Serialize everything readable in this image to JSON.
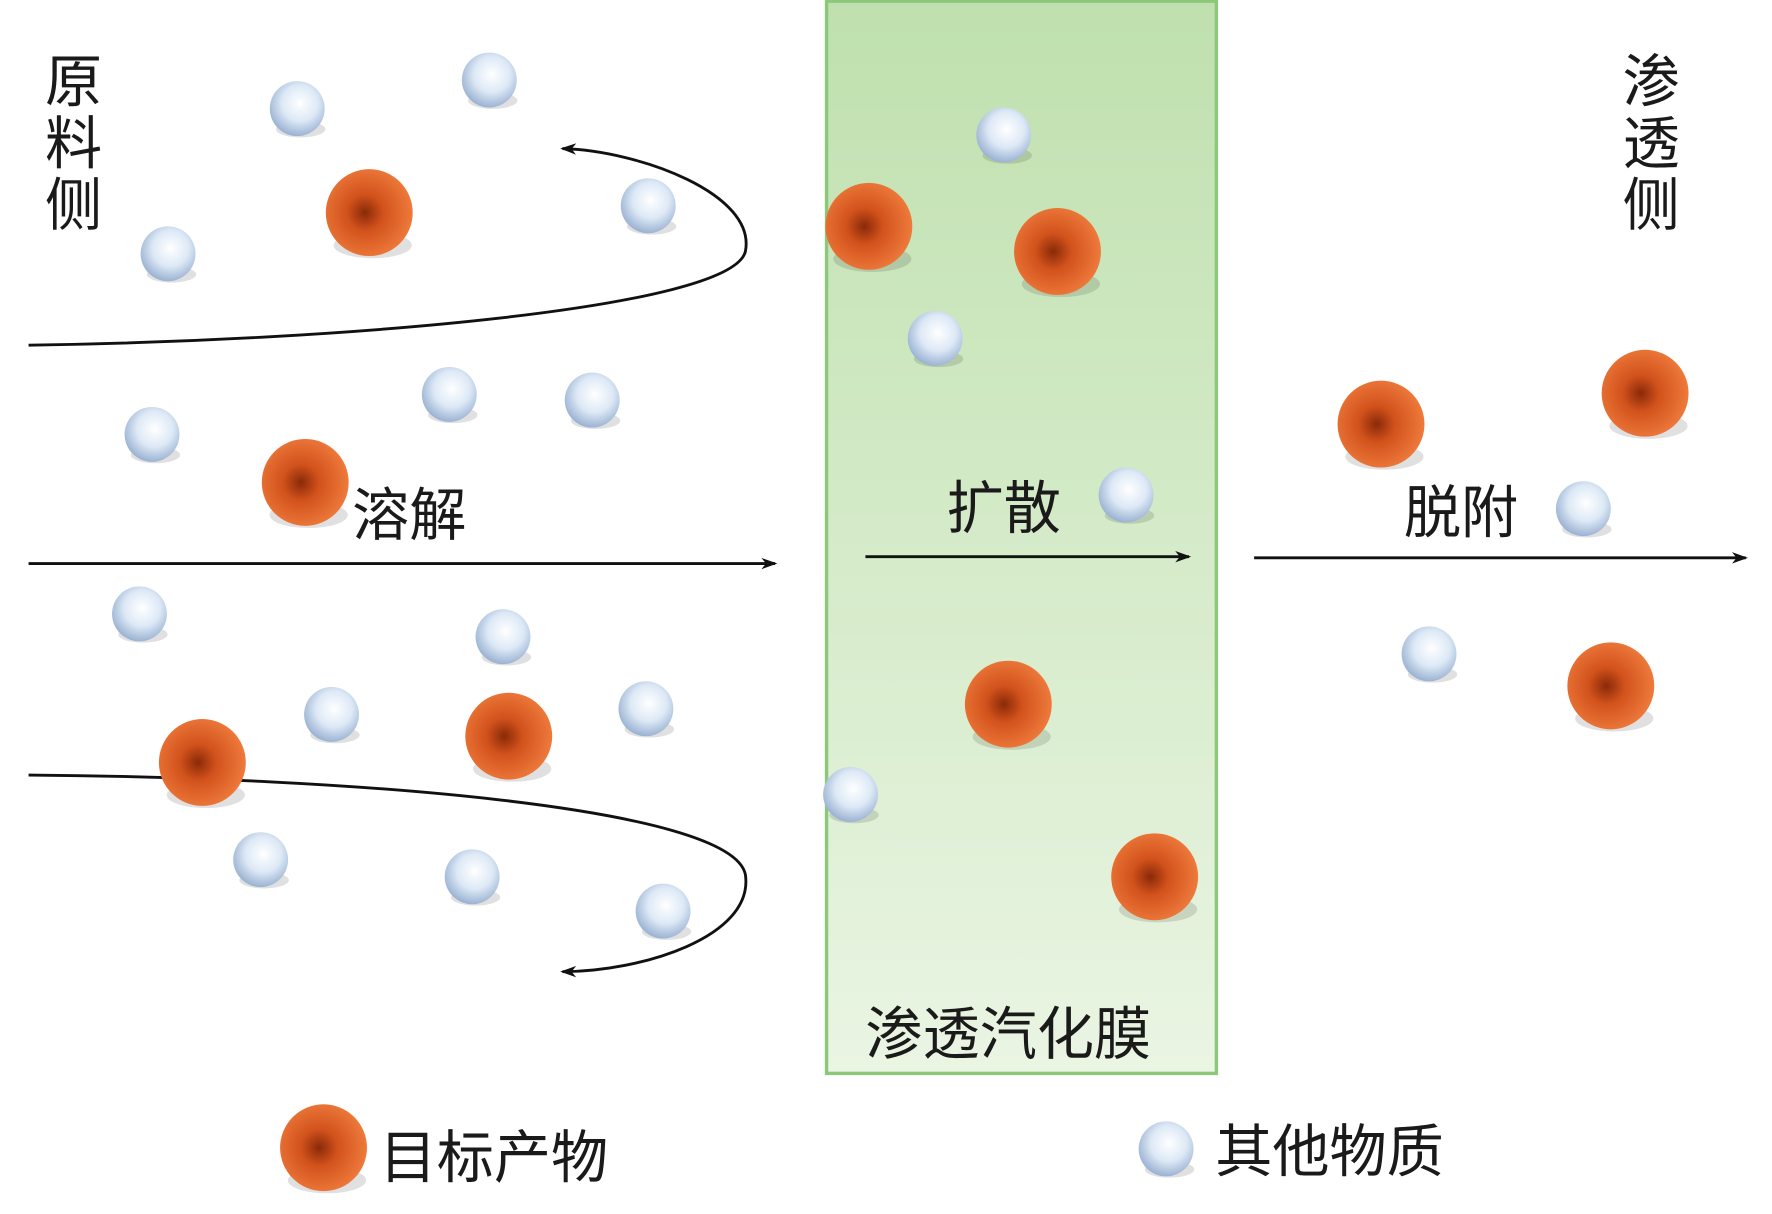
{
  "labels": {
    "feed_side": "原料侧",
    "permeate_side": "渗透侧",
    "dissolve": "溶解",
    "diffuse": "扩散",
    "desorb": "脱附",
    "membrane": "渗透汽化膜"
  },
  "legend": {
    "target_product": "目标产物",
    "other_substances": "其他物质"
  },
  "colors": {
    "target_product": "#e8652a",
    "other_substances": "#dce8f5",
    "membrane_top": "#bfe0ae",
    "membrane_bottom": "#e6f3de",
    "membrane_border": "#8cc77a"
  }
}
